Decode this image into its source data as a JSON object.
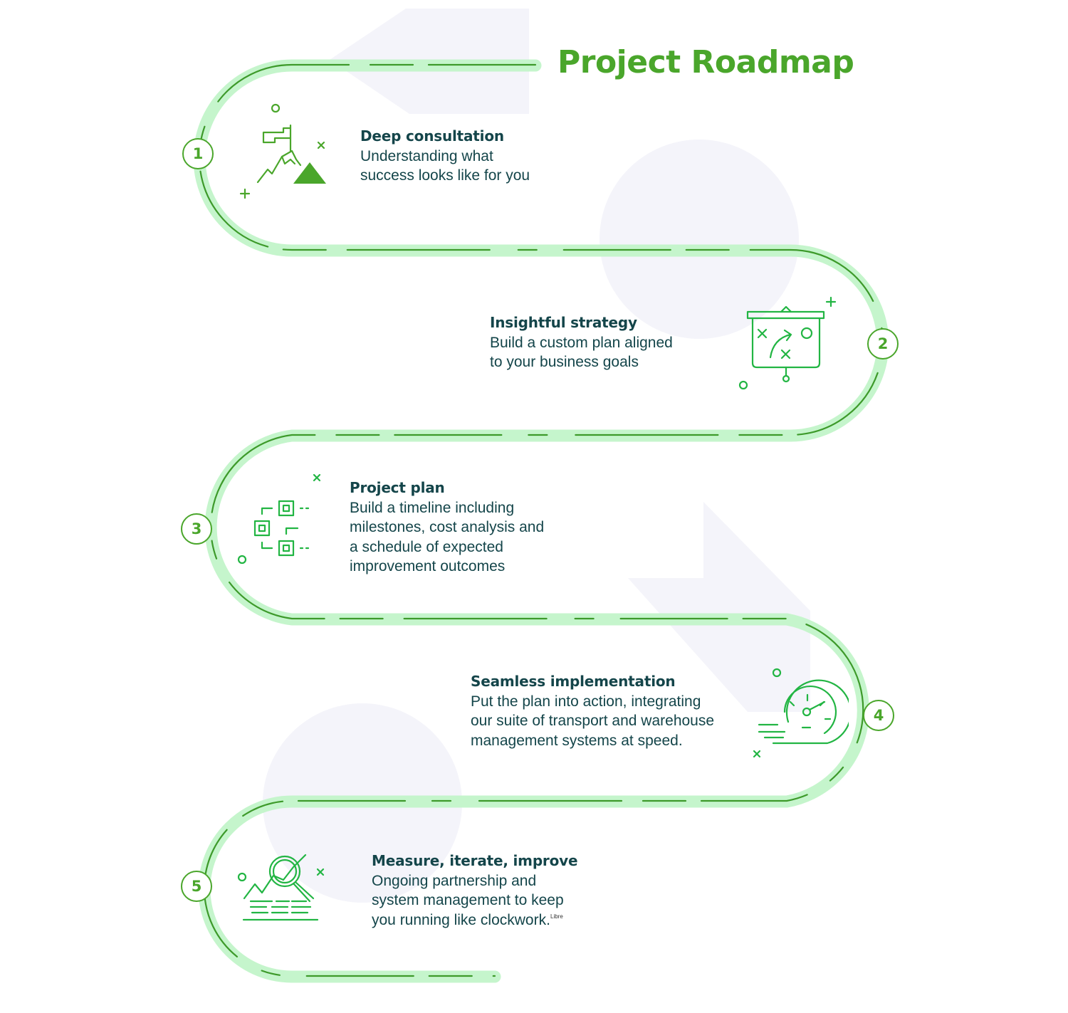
{
  "title": "Project Roadmap",
  "colors": {
    "road": "#c5f5cc",
    "dash": "#3d9a2a",
    "accent": "#4aa62b",
    "icon_green": "#22b543",
    "text": "#14454a",
    "shape_bg": "#f4f4fa"
  },
  "steps": [
    {
      "number": "1",
      "heading": "Deep consultation",
      "lines": [
        "Understanding what",
        "success looks like for you"
      ],
      "icon": "mountain-flag-icon"
    },
    {
      "number": "2",
      "heading": "Insightful strategy",
      "lines": [
        "Build a custom plan aligned",
        "to your business goals"
      ],
      "icon": "strategy-board-icon"
    },
    {
      "number": "3",
      "heading": "Project plan",
      "lines": [
        "Build a timeline including",
        "milestones, cost analysis and",
        "a schedule of expected",
        "improvement outcomes"
      ],
      "icon": "plan-blocks-icon"
    },
    {
      "number": "4",
      "heading": "Seamless implementation",
      "lines": [
        "Put the plan into action, integrating",
        "our suite of transport and warehouse",
        "management systems at speed."
      ],
      "icon": "speedometer-icon"
    },
    {
      "number": "5",
      "heading": "Measure, iterate, improve",
      "lines": [
        "Ongoing partnership and",
        "system management to keep",
        "you running like clockwork."
      ],
      "icon": "analytics-magnifier-icon"
    }
  ],
  "watermark": "Libre"
}
